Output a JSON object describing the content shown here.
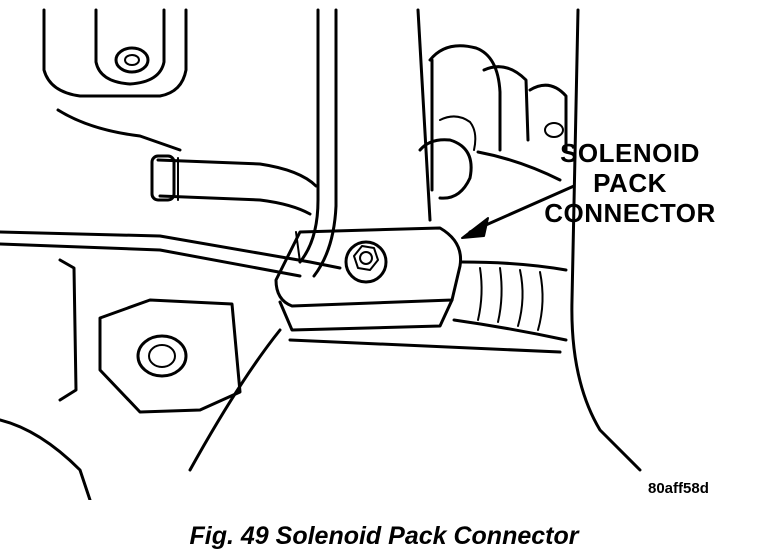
{
  "figure": {
    "callout_lines": [
      "SOLENOID",
      "PACK",
      "CONNECTOR"
    ],
    "ref_code": "80aff58d",
    "caption": "Fig. 49 Solenoid Pack Connector",
    "ink_color": "#000000",
    "paper_color": "#ffffff"
  }
}
